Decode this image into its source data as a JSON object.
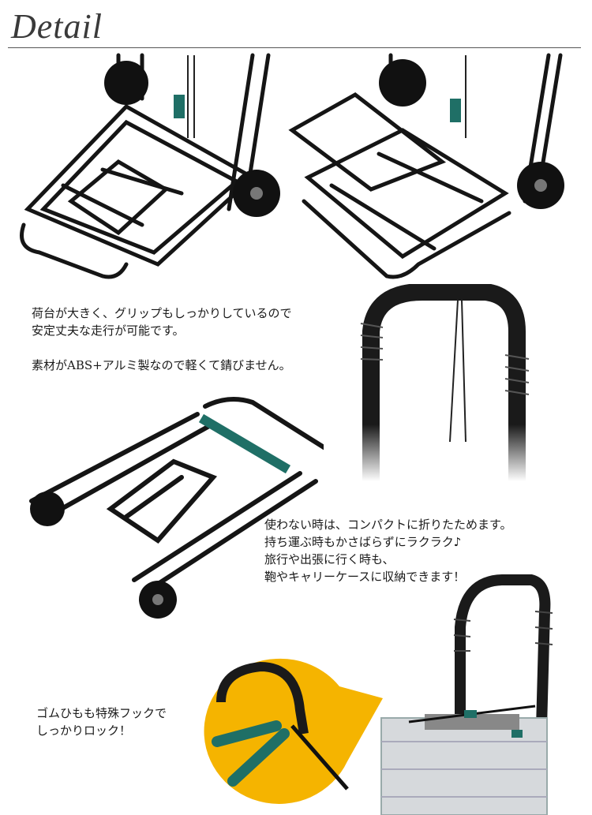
{
  "header": {
    "title": "Detail"
  },
  "sections": {
    "platform": {
      "lines": [
        "荷台が大きく、グリップもしっかりしているので",
        "安定丈夫な走行が可能です。"
      ],
      "material": "素材がABS+アルミ製なので軽くて錆びません。"
    },
    "folding": {
      "lines": [
        "使わない時は、コンパクトに折りたためます。",
        "持ち運ぶ時もかさばらずにラクラク♪",
        "旅行や出張に行く時も、",
        "鞄やキャリーケースに収納できます！"
      ]
    },
    "hook": {
      "lines": [
        "ゴムひもも特殊フックで",
        "しっかりロック！"
      ]
    }
  },
  "colors": {
    "callout": "#f5b400",
    "accent_teal": "#1f6f66",
    "frame": "#161616"
  }
}
